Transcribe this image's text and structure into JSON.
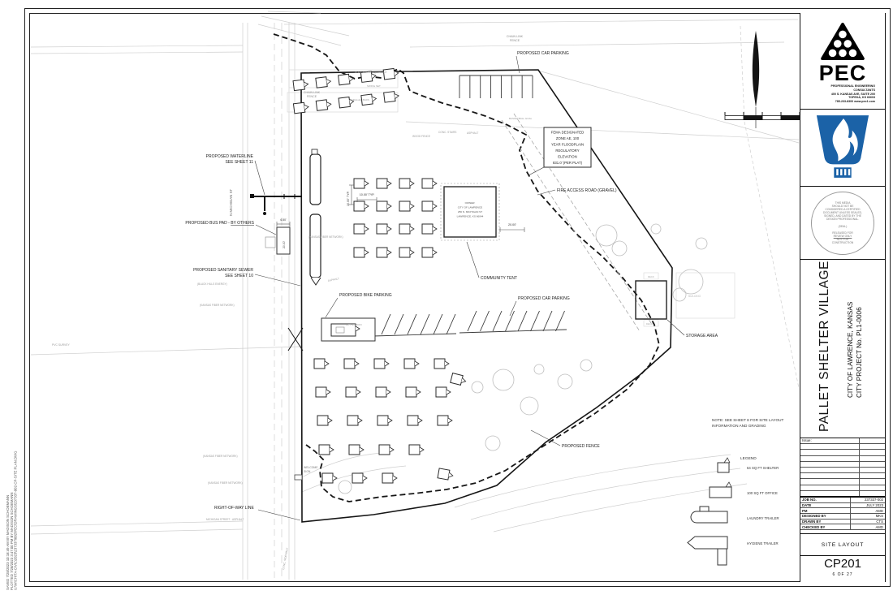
{
  "edge_info": {
    "line1": "SAVED 7/28/2023 10:18:49 AM BY MADISON SCHOEMANN",
    "line2": "PLOTTED 7/28/2023 3:47:00 PM BY MADISON SCHOEMANN",
    "line3": "U:\\WICHITA-CIVIL\\2023\\237337\\002\\PEC\\DRAWINGS\\237337-002-CP-SITE PLAN.DWG"
  },
  "firm": {
    "name": "PEC",
    "line1": "PROFESSIONAL ENGINEERING CONSULTANTS",
    "line2": "400 S. KANSAS AVE, SUITE 200",
    "line3": "TOPEKA, KS 66603",
    "line4": "785-233-8300  www.pec1.com"
  },
  "stamp": {
    "l1": "THIS MEDIA",
    "l2": "SHOULD NOT BE",
    "l3": "CONSIDERED A CERTIFIED",
    "l4": "DOCUMENT UNLESS SEALED,",
    "l5": "SIGNED, AND DATED BY THE",
    "l6": "DESIGN PROFESSIONAL.",
    "l7": "(SEAL)",
    "l8": "RELEASED FOR",
    "l9": "REVIEW ONLY",
    "l10": "NOT FOR",
    "l11": "CONSTRUCTION"
  },
  "project": {
    "title": "PALLET SHELTER VILLAGE",
    "location": "CITY OF LAWRENCE,  KANSAS",
    "number": "CITY  PROJECT  No.  PL1-0006"
  },
  "issue": {
    "label": "Issue:"
  },
  "info": {
    "rows": [
      {
        "label": "JOB NO.",
        "value": "237337-002"
      },
      {
        "label": "DATE",
        "value": "JULY 2023"
      },
      {
        "label": "PM",
        "value": "AMD"
      },
      {
        "label": "DESIGNED BY",
        "value": "MKS"
      },
      {
        "label": "DRAWN BY",
        "value": "CTS"
      },
      {
        "label": "CHECKED BY",
        "value": "AMD"
      }
    ]
  },
  "sheet": {
    "title": "SITE LAYOUT",
    "number": "CP201",
    "page_of": "6  OF 27"
  },
  "plan": {
    "labels": {
      "car_parking_top": "PROPOSED CAR PARKING",
      "chain_top_1": "CHAIN LINK",
      "chain_top_2": "FENCE",
      "chain_left_1": "CHAIN LINK",
      "chain_left_2": "FENCE",
      "fema1": "FEMA DESIGNATED",
      "fema2": "ZONE AE, 100",
      "fema3": "YEAR FLOODPLAIN",
      "fema4": "REGULATORY",
      "fema5": "ELEVATION",
      "fema6": "831.0' (PER PLAT)",
      "fire_access": "FIRE ACCESS ROAD (GRAVEL)",
      "waterline1": "PROPOSED WATERLINE",
      "waterline2": "SEE SHEET 11",
      "street": "N MICHIGAN ST",
      "bus_pad": "PROPOSED BUS PAD - ",
      "bus_pad_u": "BY OTHERS",
      "sanitary1": "PROPOSED SANITARY SEWER",
      "sanitary2": "SEE SHEET 10",
      "community_tent": "COMMUNITY TENT",
      "owner1": "OWNER:",
      "owner2": "CITY OF LAWRENCE",
      "owner3": "256 N. MICHIGAN ST",
      "owner4": "LAWRENCE, KS 66044",
      "bike_parking": "PROPOSED BIKE PARKING",
      "car_parking_mid": "PROPOSED CAR PARKING",
      "storage": "STORAGE AREA",
      "fence": "PROPOSED FENCE",
      "row_line": "RIGHT-OF-WAY LINE",
      "welcome1": "WELCOME",
      "welcome2": "SIGN",
      "fiber": "(KANSAS FIBER NETWORK)",
      "black_hills": "(BLACK HILLS ENERGY)",
      "street_asphalt": "MICHIGAN STREET - ASPHALT",
      "conc_sidewalk": "CONC. SIDEWALK",
      "asphalt": "ASPHALT",
      "wood_fence": "WOOD FENCE",
      "conc_stairs": "CONC. STAIRS",
      "playground": "PLAYGROUND EQUIPMENT",
      "swing_set": "SWING SET",
      "parallel_bars": "PARALLEL BARS",
      "basketball": "BASKETBALL GOAL",
      "lift_station": "LIFT STATION",
      "pvc_survey": "PVC SURVEY",
      "building": "BUILDING",
      "deck": "DECK",
      "note1": "NOTE: SEE SHEET 8 FOR SITE LAYOUT",
      "note2": "INFORMATION AND GRADING"
    },
    "dims": {
      "typ_h": "10.00' TYP.",
      "typ_v": "10.00' TYP.",
      "tent": "20.00'",
      "bus_w": "6.50'",
      "bus_l": "20.00'"
    }
  },
  "legend": {
    "title": "LEGEND",
    "item1": "64 SQ FT SHELTER",
    "item2": "100 SQ FT OFFICE",
    "item3": "LAUNDRY TRAILER",
    "item4": "HYGIENE TRAILER"
  },
  "colors": {
    "accent_blue": "#1b62a7",
    "line_dark": "#161616",
    "line_faint": "#cfcfcf"
  }
}
